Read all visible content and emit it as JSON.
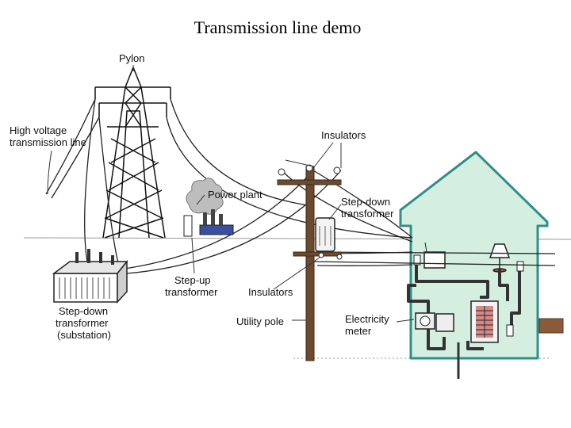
{
  "title": "Transmission line demo",
  "labels": {
    "pylon": "Pylon",
    "high_voltage_line_1": "High voltage",
    "high_voltage_line_2": "transmission line",
    "insulators_top": "Insulators",
    "power_plant": "Power plant",
    "stepdown_pole_1": "Step-down",
    "stepdown_pole_2": "transformer",
    "stepup_1": "Step-up",
    "stepup_2": "transformer",
    "insulators_bottom": "Insulators",
    "utility_pole": "Utility pole",
    "meter_1": "Electricity",
    "meter_2": "meter",
    "substation_1": "Step-down",
    "substation_2": "transformer",
    "substation_3": "(substation)"
  },
  "colors": {
    "house_fill": "#d4efe0",
    "house_outline": "#2f8f8a",
    "pole_wood": "#6b4a2f",
    "lines": "#222222",
    "smoke": "#9a9a9a",
    "plant": "#3b4fa0"
  }
}
